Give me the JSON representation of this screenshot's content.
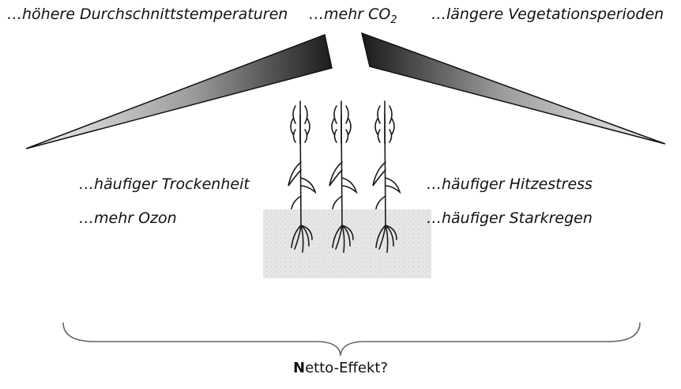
{
  "top_labels": {
    "left": "…höhere Durchschnittstemperaturen",
    "middle_prefix": "…mehr CO",
    "middle_subscript": "2",
    "right": "…längere Vegetationsperioden"
  },
  "side_labels": {
    "left": [
      "…häufiger Trockenheit",
      "…mehr Ozon"
    ],
    "right": [
      "…häufiger Hitzestress",
      "…häufiger Starkregen"
    ]
  },
  "result": {
    "first_letter": "N",
    "rest": "etto-Effekt?"
  },
  "colors": {
    "text": "#111111",
    "wedge_dark": "#1c1c1c",
    "wedge_light": "#f2f2f2",
    "soil": "#e4e4e4",
    "brace": "#666666"
  }
}
